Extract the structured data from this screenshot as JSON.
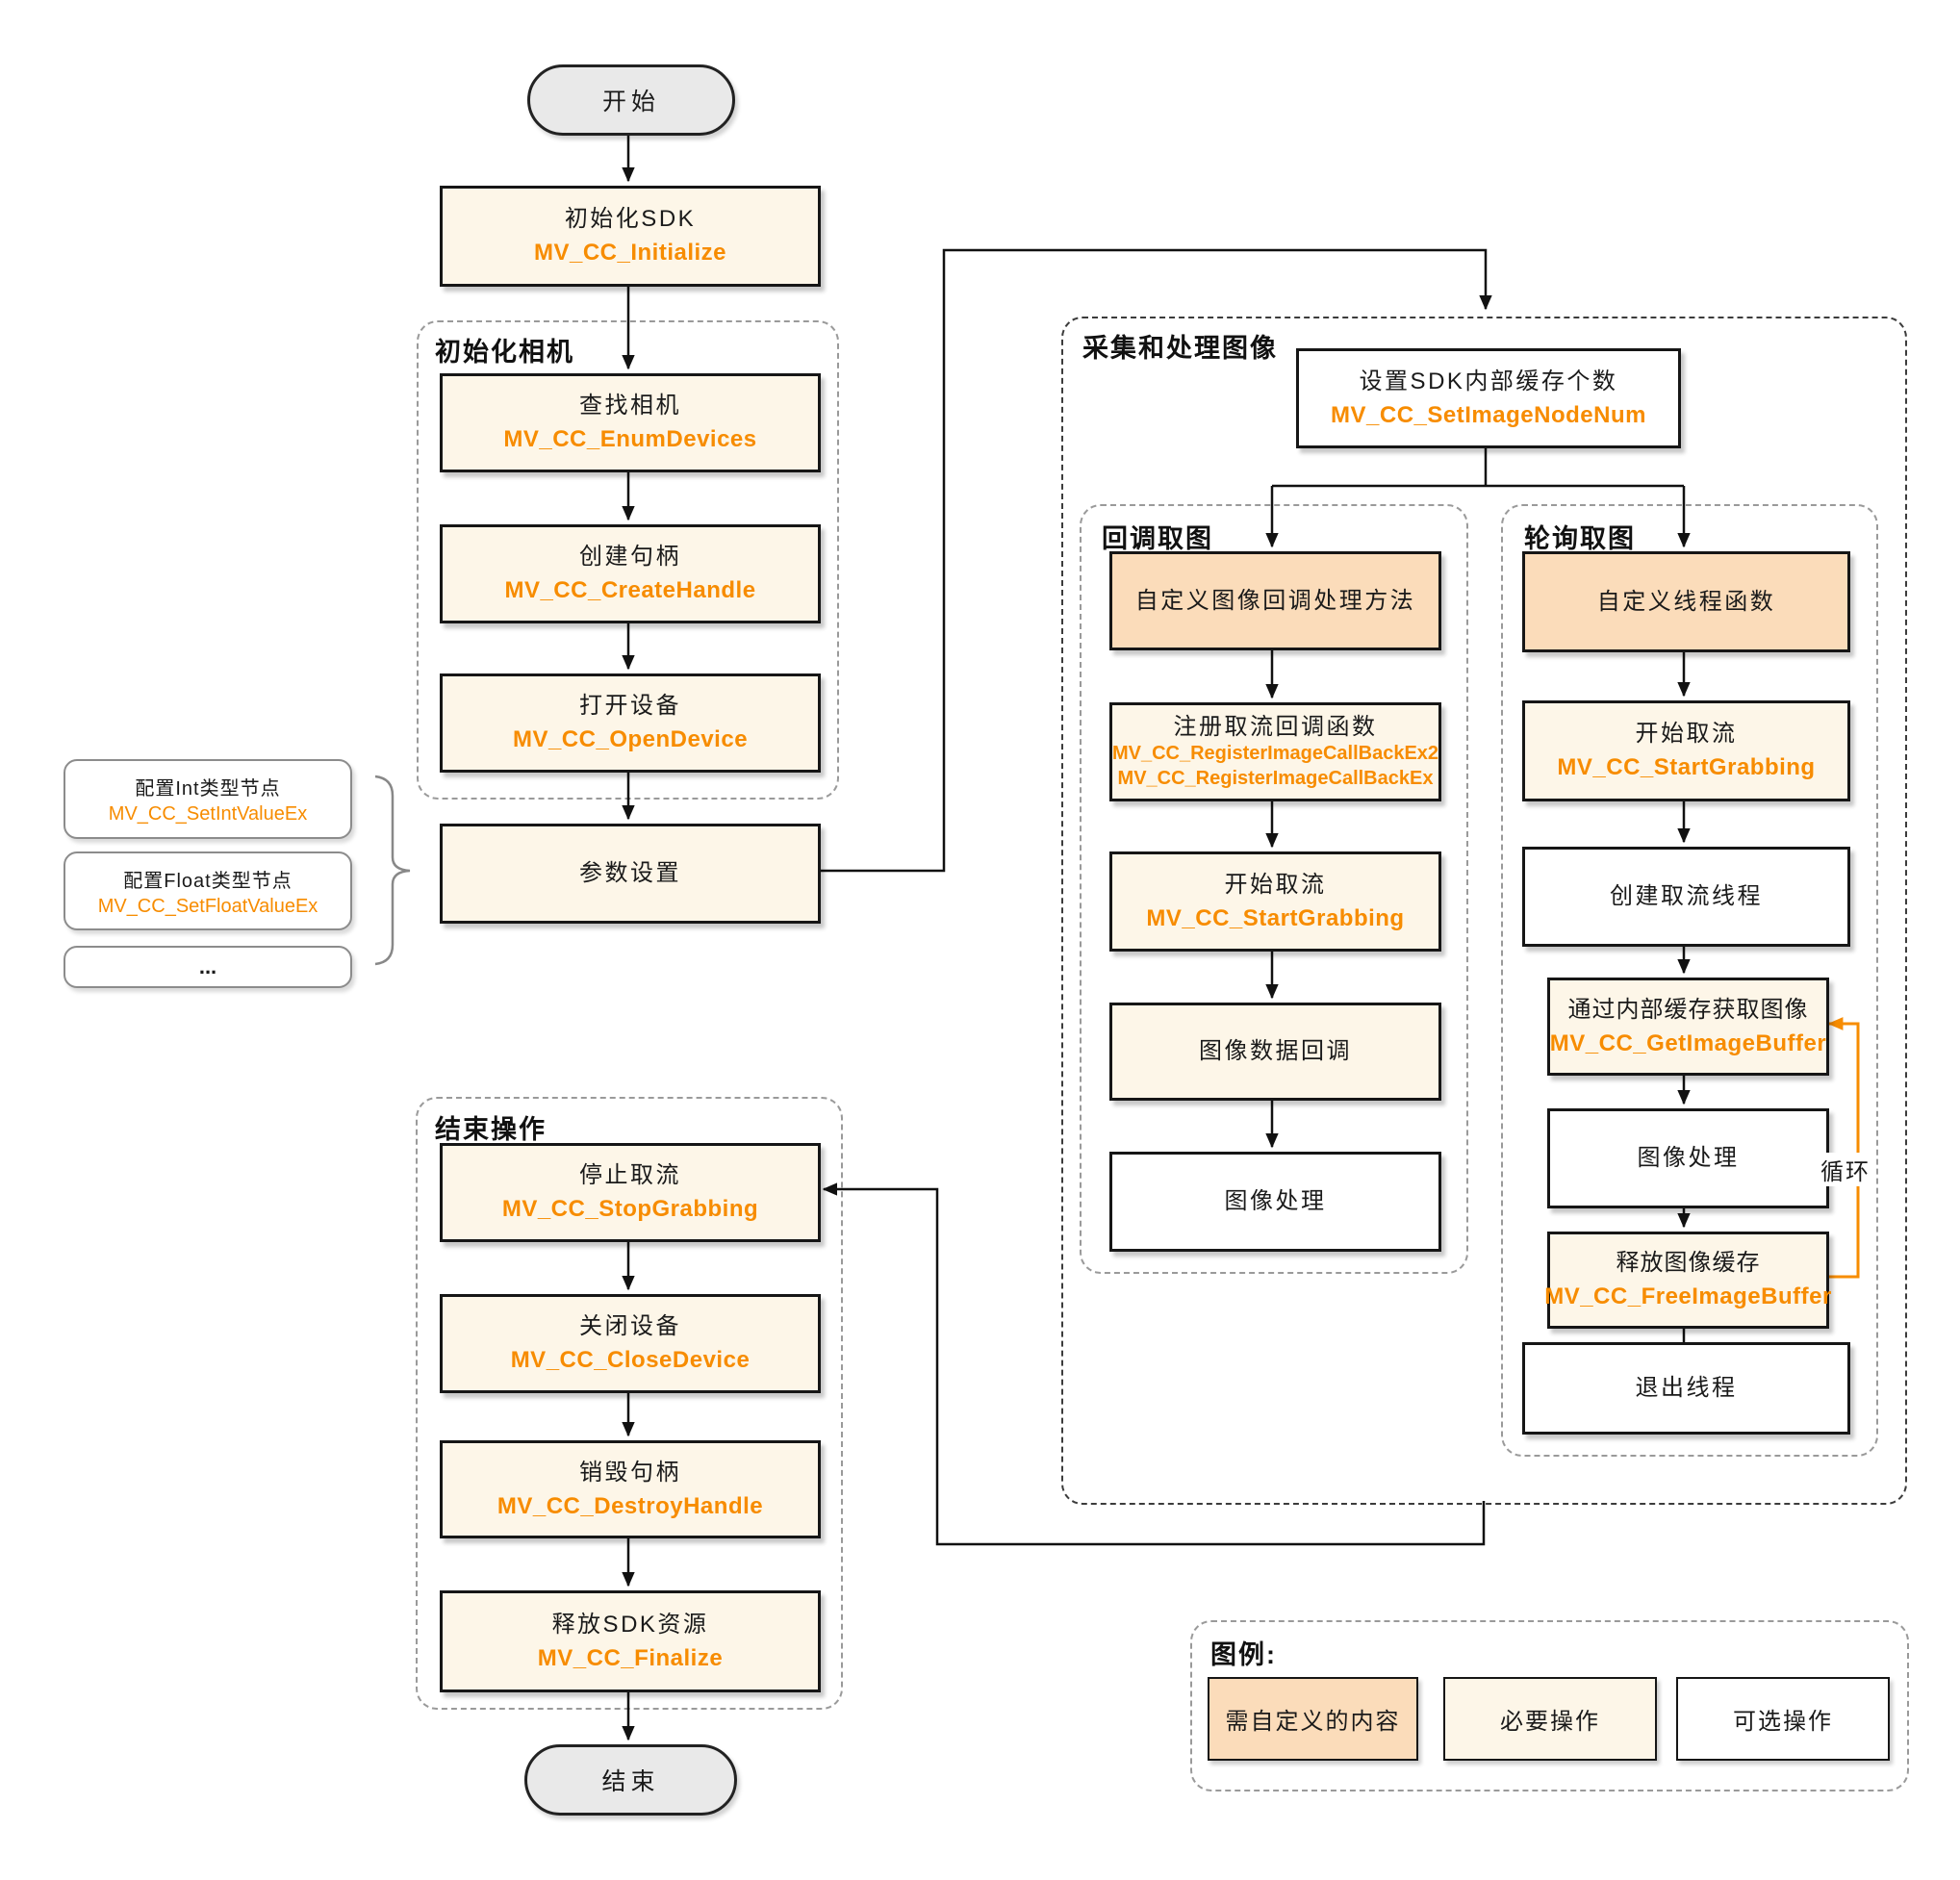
{
  "colors": {
    "orange": "#F78C00",
    "custom": "#FBDCBA",
    "required": "#FDF6E8",
    "optional": "#FFFFFF",
    "terminal": "#E9E9E9",
    "line": "#111111",
    "grp": "#9a9a9a"
  },
  "terminals": {
    "start": "开始",
    "end": "结束"
  },
  "groups": {
    "init_camera": {
      "label": "初始化相机"
    },
    "capture": {
      "label": "采集和处理图像"
    },
    "callback": {
      "label": "回调取图"
    },
    "polling": {
      "label": "轮询取图"
    },
    "finish": {
      "label": "结束操作"
    },
    "legend": {
      "label": "图例:"
    }
  },
  "nodes": {
    "init_sdk": {
      "title": "初始化SDK",
      "fn": "MV_CC_Initialize"
    },
    "enum_devices": {
      "title": "查找相机",
      "fn": "MV_CC_EnumDevices"
    },
    "create_handle": {
      "title": "创建句柄",
      "fn": "MV_CC_CreateHandle"
    },
    "open_device": {
      "title": "打开设备",
      "fn": "MV_CC_OpenDevice"
    },
    "param_setting": {
      "title": "参数设置"
    },
    "set_int": {
      "title": "配置Int类型节点",
      "fn": "MV_CC_SetIntValueEx"
    },
    "set_float": {
      "title": "配置Float类型节点",
      "fn": "MV_CC_SetFloatValueEx"
    },
    "more": {
      "title": "..."
    },
    "set_image_node_num": {
      "title": "设置SDK内部缓存个数",
      "fn": "MV_CC_SetImageNodeNum"
    },
    "cb_custom": {
      "title": "自定义图像回调处理方法"
    },
    "cb_register": {
      "title": "注册取流回调函数",
      "fn": "MV_CC_RegisterImageCallBackEx2",
      "fn2": "MV_CC_RegisterImageCallBackEx"
    },
    "cb_start": {
      "title": "开始取流",
      "fn": "MV_CC_StartGrabbing"
    },
    "cb_data": {
      "title": "图像数据回调"
    },
    "cb_process": {
      "title": "图像处理"
    },
    "poll_custom": {
      "title": "自定义线程函数"
    },
    "poll_start": {
      "title": "开始取流",
      "fn": "MV_CC_StartGrabbing"
    },
    "poll_thread": {
      "title": "创建取流线程"
    },
    "poll_get": {
      "title": "通过内部缓存获取图像",
      "fn": "MV_CC_GetImageBuffer"
    },
    "poll_process": {
      "title": "图像处理"
    },
    "poll_free": {
      "title": "释放图像缓存",
      "fn": "MV_CC_FreeImageBuffer"
    },
    "poll_exit": {
      "title": "退出线程"
    },
    "stop_grab": {
      "title": "停止取流",
      "fn": "MV_CC_StopGrabbing"
    },
    "close_device": {
      "title": "关闭设备",
      "fn": "MV_CC_CloseDevice"
    },
    "destroy_handle": {
      "title": "销毁句柄",
      "fn": "MV_CC_DestroyHandle"
    },
    "finalize": {
      "title": "释放SDK资源",
      "fn": "MV_CC_Finalize"
    }
  },
  "labels": {
    "loop": "循环"
  },
  "legend": {
    "items": [
      {
        "label": "需自定义的内容",
        "type": "custom"
      },
      {
        "label": "必要操作",
        "type": "required"
      },
      {
        "label": "可选操作",
        "type": "optional"
      }
    ]
  }
}
